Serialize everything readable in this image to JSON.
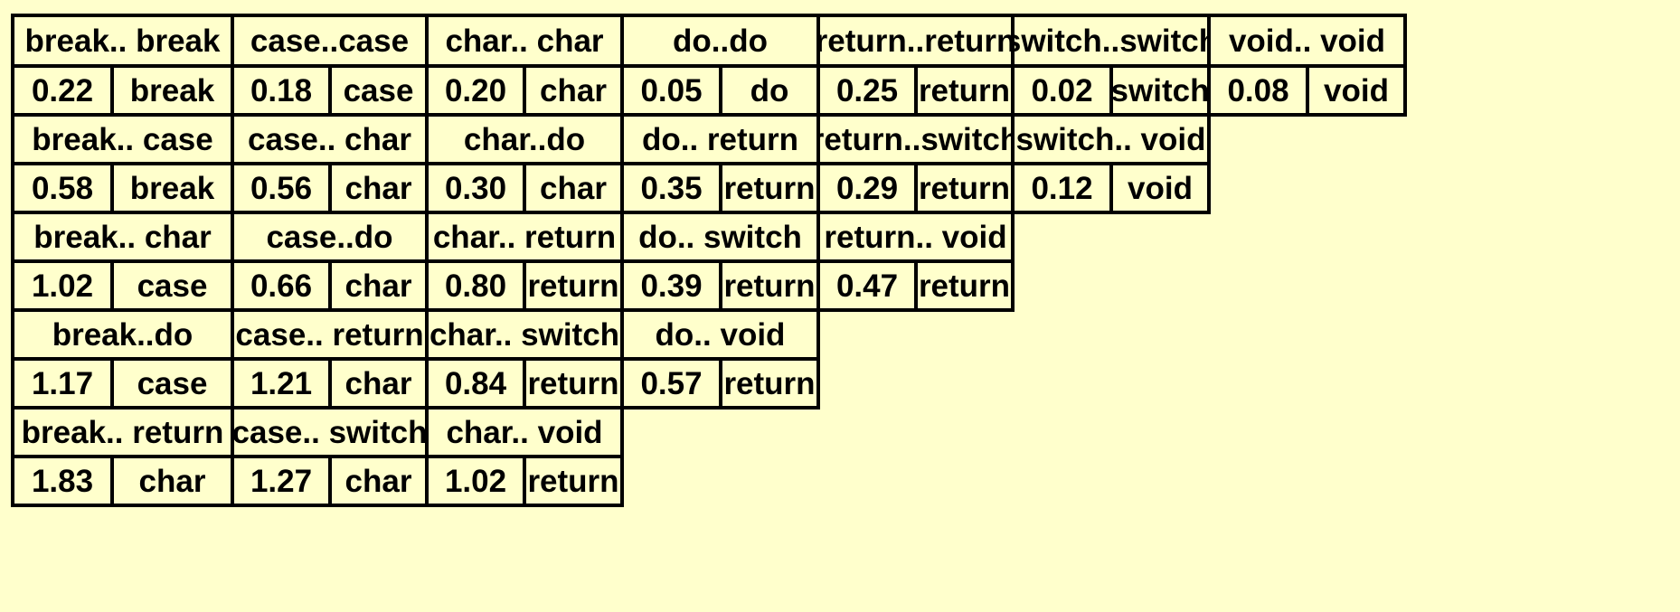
{
  "background_color": "#ffffcc",
  "border_color": "#000000",
  "columns": [
    {
      "cells": [
        {
          "label": "break.. break",
          "value": "0.22",
          "word": "break"
        },
        {
          "label": "break.. case",
          "value": "0.58",
          "word": "break"
        },
        {
          "label": "break.. char",
          "value": "1.02",
          "word": "case"
        },
        {
          "label": "break..do",
          "value": "1.17",
          "word": "case"
        },
        {
          "label": "break.. return",
          "value": "1.83",
          "word": "char"
        }
      ]
    },
    {
      "cells": [
        {
          "label": "case..case",
          "value": "0.18",
          "word": "case"
        },
        {
          "label": "case.. char",
          "value": "0.56",
          "word": "char"
        },
        {
          "label": "case..do",
          "value": "0.66",
          "word": "char"
        },
        {
          "label": "case.. return",
          "value": "1.21",
          "word": "char"
        },
        {
          "label": "case.. switch",
          "value": "1.27",
          "word": "char"
        }
      ]
    },
    {
      "cells": [
        {
          "label": "char.. char",
          "value": "0.20",
          "word": "char"
        },
        {
          "label": "char..do",
          "value": "0.30",
          "word": "char"
        },
        {
          "label": "char.. return",
          "value": "0.80",
          "word": "return"
        },
        {
          "label": "char.. switch",
          "value": "0.84",
          "word": "return"
        },
        {
          "label": "char.. void",
          "value": "1.02",
          "word": "return"
        }
      ]
    },
    {
      "cells": [
        {
          "label": "do..do",
          "value": "0.05",
          "word": "do"
        },
        {
          "label": "do.. return",
          "value": "0.35",
          "word": "return"
        },
        {
          "label": "do.. switch",
          "value": "0.39",
          "word": "return"
        },
        {
          "label": "do.. void",
          "value": "0.57",
          "word": "return"
        }
      ]
    },
    {
      "cells": [
        {
          "label": "return..return",
          "value": "0.25",
          "word": "return"
        },
        {
          "label": "return..switch",
          "value": "0.29",
          "word": "return"
        },
        {
          "label": "return.. void",
          "value": "0.47",
          "word": "return"
        }
      ]
    },
    {
      "cells": [
        {
          "label": "switch..switch",
          "value": "0.02",
          "word": "switch"
        },
        {
          "label": "switch.. void",
          "value": "0.12",
          "word": "void"
        }
      ]
    },
    {
      "cells": [
        {
          "label": "void.. void",
          "value": "0.08",
          "word": "void"
        }
      ]
    }
  ]
}
